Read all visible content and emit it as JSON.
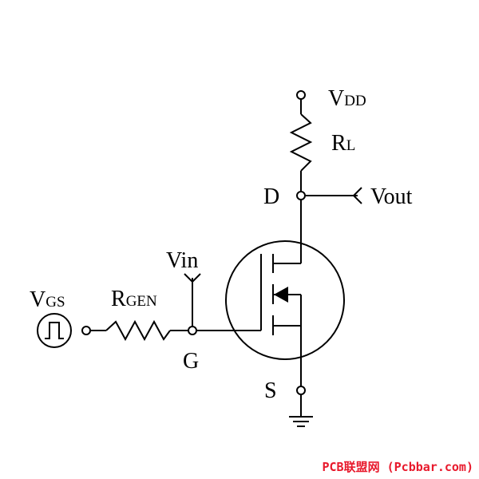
{
  "labels": {
    "vdd_main": "V",
    "vdd_sub": "DD",
    "rl_main": "R",
    "rl_sub": "L",
    "drain": "D",
    "vout": "Vout",
    "vin": "Vin",
    "vgs_main": "V",
    "vgs_sub": "GS",
    "rgen_main": "R",
    "rgen_sub": "GEN",
    "gate": "G",
    "source": "S"
  },
  "watermark": "PCB联盟网 (Pcbbar.com)",
  "colors": {
    "line": "#000000",
    "watermark": "#e8192c"
  },
  "icons": {
    "pulse_source": "square-pulse-icon",
    "ground": "ground-icon",
    "output_arrow": "open-arrow-icon"
  }
}
